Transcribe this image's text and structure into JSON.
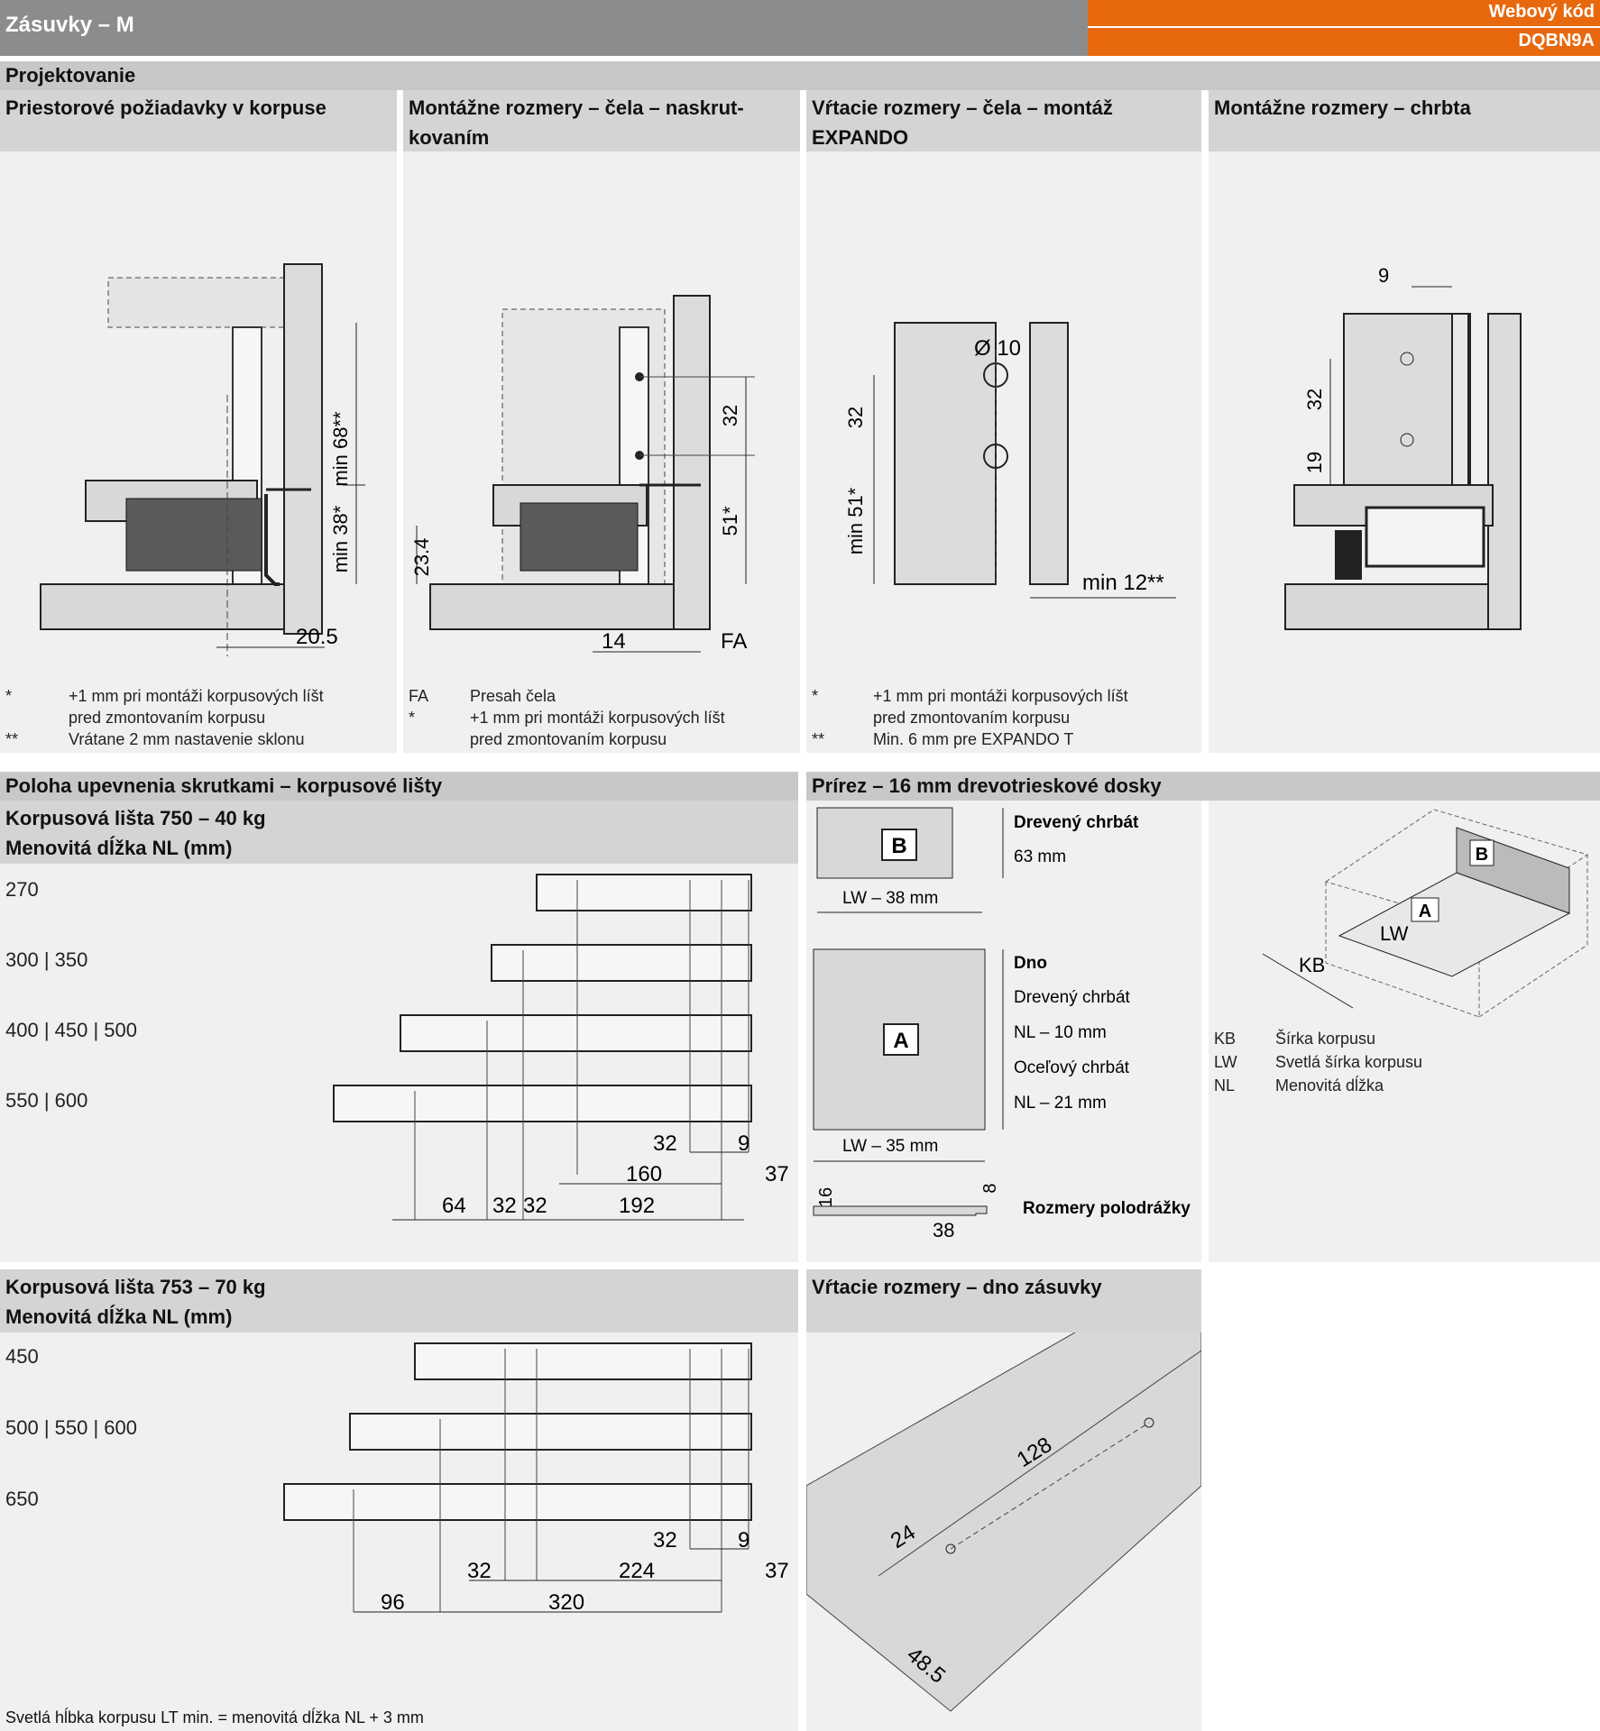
{
  "header": {
    "title": "Zásuvky – M",
    "web_code_label": "Webový kód",
    "web_code": "DQBN9A"
  },
  "section_projektovanie": "Projektovanie",
  "panels": [
    {
      "title": "Priestorové požiadavky v korpuse",
      "dims": [
        "min 68**",
        "min 38*",
        "20.5"
      ],
      "notes": [
        {
          "k": "*",
          "v": "+1 mm pri montáži korpusových líšt"
        },
        {
          "k": "",
          "v": "pred zmontovaním korpusu"
        },
        {
          "k": "**",
          "v": "Vrátane 2 mm nastavenie sklonu"
        }
      ]
    },
    {
      "title1": "Montážne rozmery – čela – naskrut-",
      "title2": "kovaním",
      "dims": [
        "32",
        "51*",
        "23.4",
        "14",
        "FA"
      ],
      "notes": [
        {
          "k": "FA",
          "v": "Presah čela"
        },
        {
          "k": "*",
          "v": "+1 mm pri montáži korpusových líšt"
        },
        {
          "k": "",
          "v": "pred zmontovaním korpusu"
        }
      ]
    },
    {
      "title1": "Vŕtacie rozmery – čela – montáž",
      "title2": "EXPANDO",
      "dims": [
        "Ø 10",
        "32",
        "min 51*",
        "min 12**"
      ],
      "notes": [
        {
          "k": "*",
          "v": "+1 mm pri montáži korpusových líšt"
        },
        {
          "k": "",
          "v": "pred zmontovaním korpusu"
        },
        {
          "k": "**",
          "v": "Min. 6 mm pre EXPANDO T"
        }
      ]
    },
    {
      "title": "Montážne rozmery – chrbta",
      "dims": [
        "9",
        "32",
        "19"
      ]
    }
  ],
  "rail750": {
    "section": "Poloha upevnenia skrutkami – korpusové lišty",
    "title1": "Korpusová lišta 750 – 40 kg",
    "title2": "Menovitá dĺžka NL (mm)",
    "rows": [
      "270",
      "300 | 350",
      "400 | 450 | 500",
      "550 | 600"
    ],
    "dims": [
      "32",
      "9",
      "160",
      "37",
      "64",
      "32",
      "32",
      "192"
    ]
  },
  "prirez": {
    "section": "Prírez – 16 mm drevotrieskové dosky",
    "b_label": "B",
    "b_title": "Drevený chrbát",
    "b_h": "63 mm",
    "b_w": "LW – 38 mm",
    "a_label": "A",
    "a_title": "Dno",
    "a_l1": "Drevený chrbát",
    "a_l2": "NL – 10 mm",
    "a_l3": "Oceľový chrbát",
    "a_l4": "NL – 21 mm",
    "a_w": "LW – 35 mm",
    "groove_title": "Rozmery polodrážky",
    "g1": "16",
    "g2": "8",
    "g3": "38"
  },
  "legend": {
    "iso_a": "A",
    "iso_b": "B",
    "iso_lw": "LW",
    "iso_kb": "KB",
    "items": [
      {
        "k": "KB",
        "v": "Šírka korpusu"
      },
      {
        "k": "LW",
        "v": "Svetlá šírka korpusu"
      },
      {
        "k": "NL",
        "v": "Menovitá dĺžka"
      }
    ]
  },
  "rail753": {
    "title1": "Korpusová lišta 753 – 70 kg",
    "title2": "Menovitá dĺžka NL (mm)",
    "rows": [
      "450",
      "500 | 550 | 600",
      "650"
    ],
    "dims": [
      "32",
      "9",
      "32",
      "224",
      "37",
      "96",
      "320"
    ]
  },
  "bottom_drill": {
    "title": "Vŕtacie rozmery – dno zásuvky",
    "d1": "128",
    "d2": "24",
    "d3": "48.5"
  },
  "footer": "Svetlá hĺbka korpusu LT min. = menovitá dĺžka NL + 3 mm"
}
